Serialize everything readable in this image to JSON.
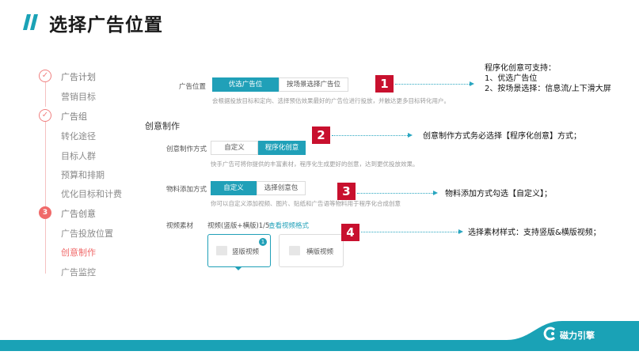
{
  "title": "选择广告位置",
  "steps": [
    {
      "label": "广告计划",
      "kind": "check"
    },
    {
      "label": "营销目标",
      "kind": "sub"
    },
    {
      "label": "广告组",
      "kind": "check"
    },
    {
      "label": "转化途径",
      "kind": "sub"
    },
    {
      "label": "目标人群",
      "kind": "sub"
    },
    {
      "label": "预算和排期",
      "kind": "sub"
    },
    {
      "label": "优化目标和计费",
      "kind": "sub"
    },
    {
      "label": "广告创意",
      "kind": "num",
      "num": "3"
    },
    {
      "label": "广告投放位置",
      "kind": "sub"
    },
    {
      "label": "创意制作",
      "kind": "active"
    },
    {
      "label": "广告监控",
      "kind": "sub"
    }
  ],
  "form": {
    "placement": {
      "label": "广告位置",
      "options": [
        "优选广告位",
        "按场景选择广告位"
      ],
      "hint": "会根据投放目标和定向、选择预估效果最好的广告位进行投放，并触达更多目标转化用户。"
    },
    "section_title": "创意制作",
    "creative_mode": {
      "label": "创意制作方式",
      "options": [
        "自定义",
        "程序化创意"
      ],
      "hint": "快手广告可将你提供的丰富素材，程序化生成更好的创意，达到更优投放效果。"
    },
    "material": {
      "label": "物料添加方式",
      "options": [
        "自定义",
        "选择创意包"
      ],
      "hint": "你可以自定义添加视频、图片、贴纸和广告语等物料用于程序化合成创意"
    },
    "video": {
      "label": "视频素材",
      "count": "视频(竖版+横版)1/5",
      "link": "查看视频格式",
      "cards": [
        "竖版视频",
        "横版视频"
      ],
      "badge": "1"
    }
  },
  "markers": [
    "1",
    "2",
    "3",
    "4"
  ],
  "notes": {
    "n1_title": "程序化创意可支持：",
    "n1_line1": "1、优选广告位",
    "n1_line2": "2、按场景选择：信息流/上下滑大屏",
    "n2": "创意制作方式务必选择【程序化创意】方式；",
    "n3": "物料添加方式勾选【自定义】；",
    "n4": "选择素材样式：支持竖版&横版视频；"
  },
  "brand": "磁力引擎",
  "colors": {
    "accent": "#20a0b8",
    "marker": "#c8102e",
    "step": "#f06a6a",
    "footer": "#1aa2b6"
  }
}
